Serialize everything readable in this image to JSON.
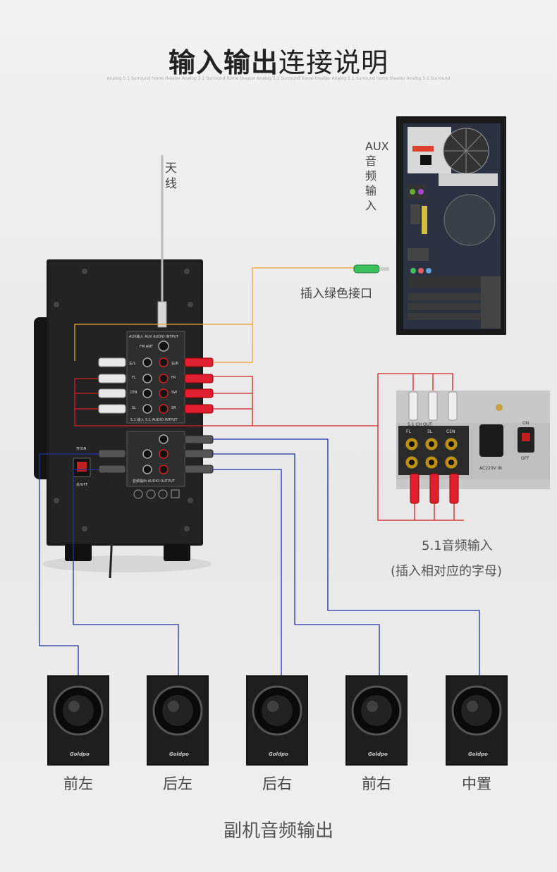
{
  "title": {
    "bold": "输入输出",
    "light": "连接说明"
  },
  "subtitle": "Analog 5.1 Surround home theater Analog 5.1 Surround home theater Analog 5.1 Surround home theater Analog 5.1 Surround home theater Analog 5.1 Surround",
  "antenna_label": "天线",
  "aux_label": "AUX音频输入",
  "green_port_label": "插入绿色接口",
  "input_51_label": "5.1音频输入",
  "input_51_note": "(插入相对应的字母)",
  "speakers": [
    {
      "label": "前左",
      "brand": "Goldpo"
    },
    {
      "label": "后左",
      "brand": "Goldpo"
    },
    {
      "label": "后右",
      "brand": "Goldpo"
    },
    {
      "label": "前右",
      "brand": "Goldpo"
    },
    {
      "label": "中置",
      "brand": "Goldpo"
    }
  ],
  "footer": "副机音频输出",
  "panel": {
    "aux_input": "AUX输入  AUX AUDIO INTPUT",
    "fm_ant": "FM ANT",
    "audio_input": "5.1 输入  5.1 AUDIO INTPUT",
    "audio_output": "音频输出  AUDIO OUTPUT",
    "power_on": "开/ON",
    "power_off": "关/OFF",
    "ch_fl": "FL",
    "ch_fr": "FR",
    "ch_cen": "CEN",
    "ch_sw": "SW",
    "ch_sl": "SL",
    "ch_sr": "SR",
    "ch_l": "左/L",
    "ch_r": "右/R"
  },
  "device": {
    "ch_out": "5.1 CH OUT",
    "fl": "FL",
    "sl": "SL",
    "cen": "CEN",
    "ac_in": "AC220V IN",
    "on": "ON",
    "off": "OFF"
  },
  "colors": {
    "orange": "#f0a030",
    "red": "#d42020",
    "blue": "#2030a8",
    "green": "#3cc060"
  }
}
